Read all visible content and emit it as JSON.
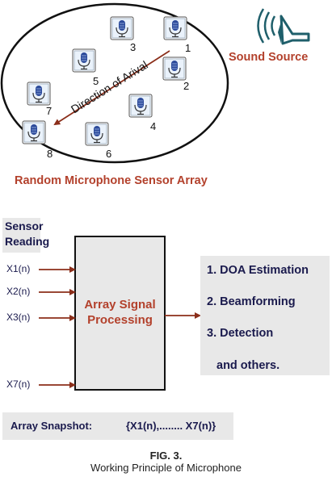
{
  "array_title": "Random Microphone Sensor Array",
  "direction_label": "Direction of Arival",
  "sound_source_label": "Sound Source",
  "microphones": [
    {
      "label": "1"
    },
    {
      "label": "2"
    },
    {
      "label": "3"
    },
    {
      "label": "4"
    },
    {
      "label": "5"
    },
    {
      "label": "6"
    },
    {
      "label": "7"
    },
    {
      "label": "8"
    }
  ],
  "sensor_reading": "Sensor Reading",
  "signals": [
    "X1(n)",
    "X2(n)",
    "X3(n)",
    "X7(n)"
  ],
  "processor_label": "Array Signal Processing",
  "outputs": [
    "1. DOA Estimation",
    "2. Beamforming",
    "3. Detection",
    "and others."
  ],
  "snapshot_label": "Array Snapshot:",
  "snapshot_value": "{X1(n),........ X7(n)}",
  "figure_label": "FIG. 3.",
  "figure_caption": "Working Principle of Microphone",
  "colors": {
    "accent_red": "#b3412c",
    "arrow": "#8b2e1a",
    "navy": "#1a1a4d",
    "panel_gray": "#e8e8e8",
    "icon_teal": "#1f5f6b",
    "mic_blue": "#2c4a9a"
  }
}
